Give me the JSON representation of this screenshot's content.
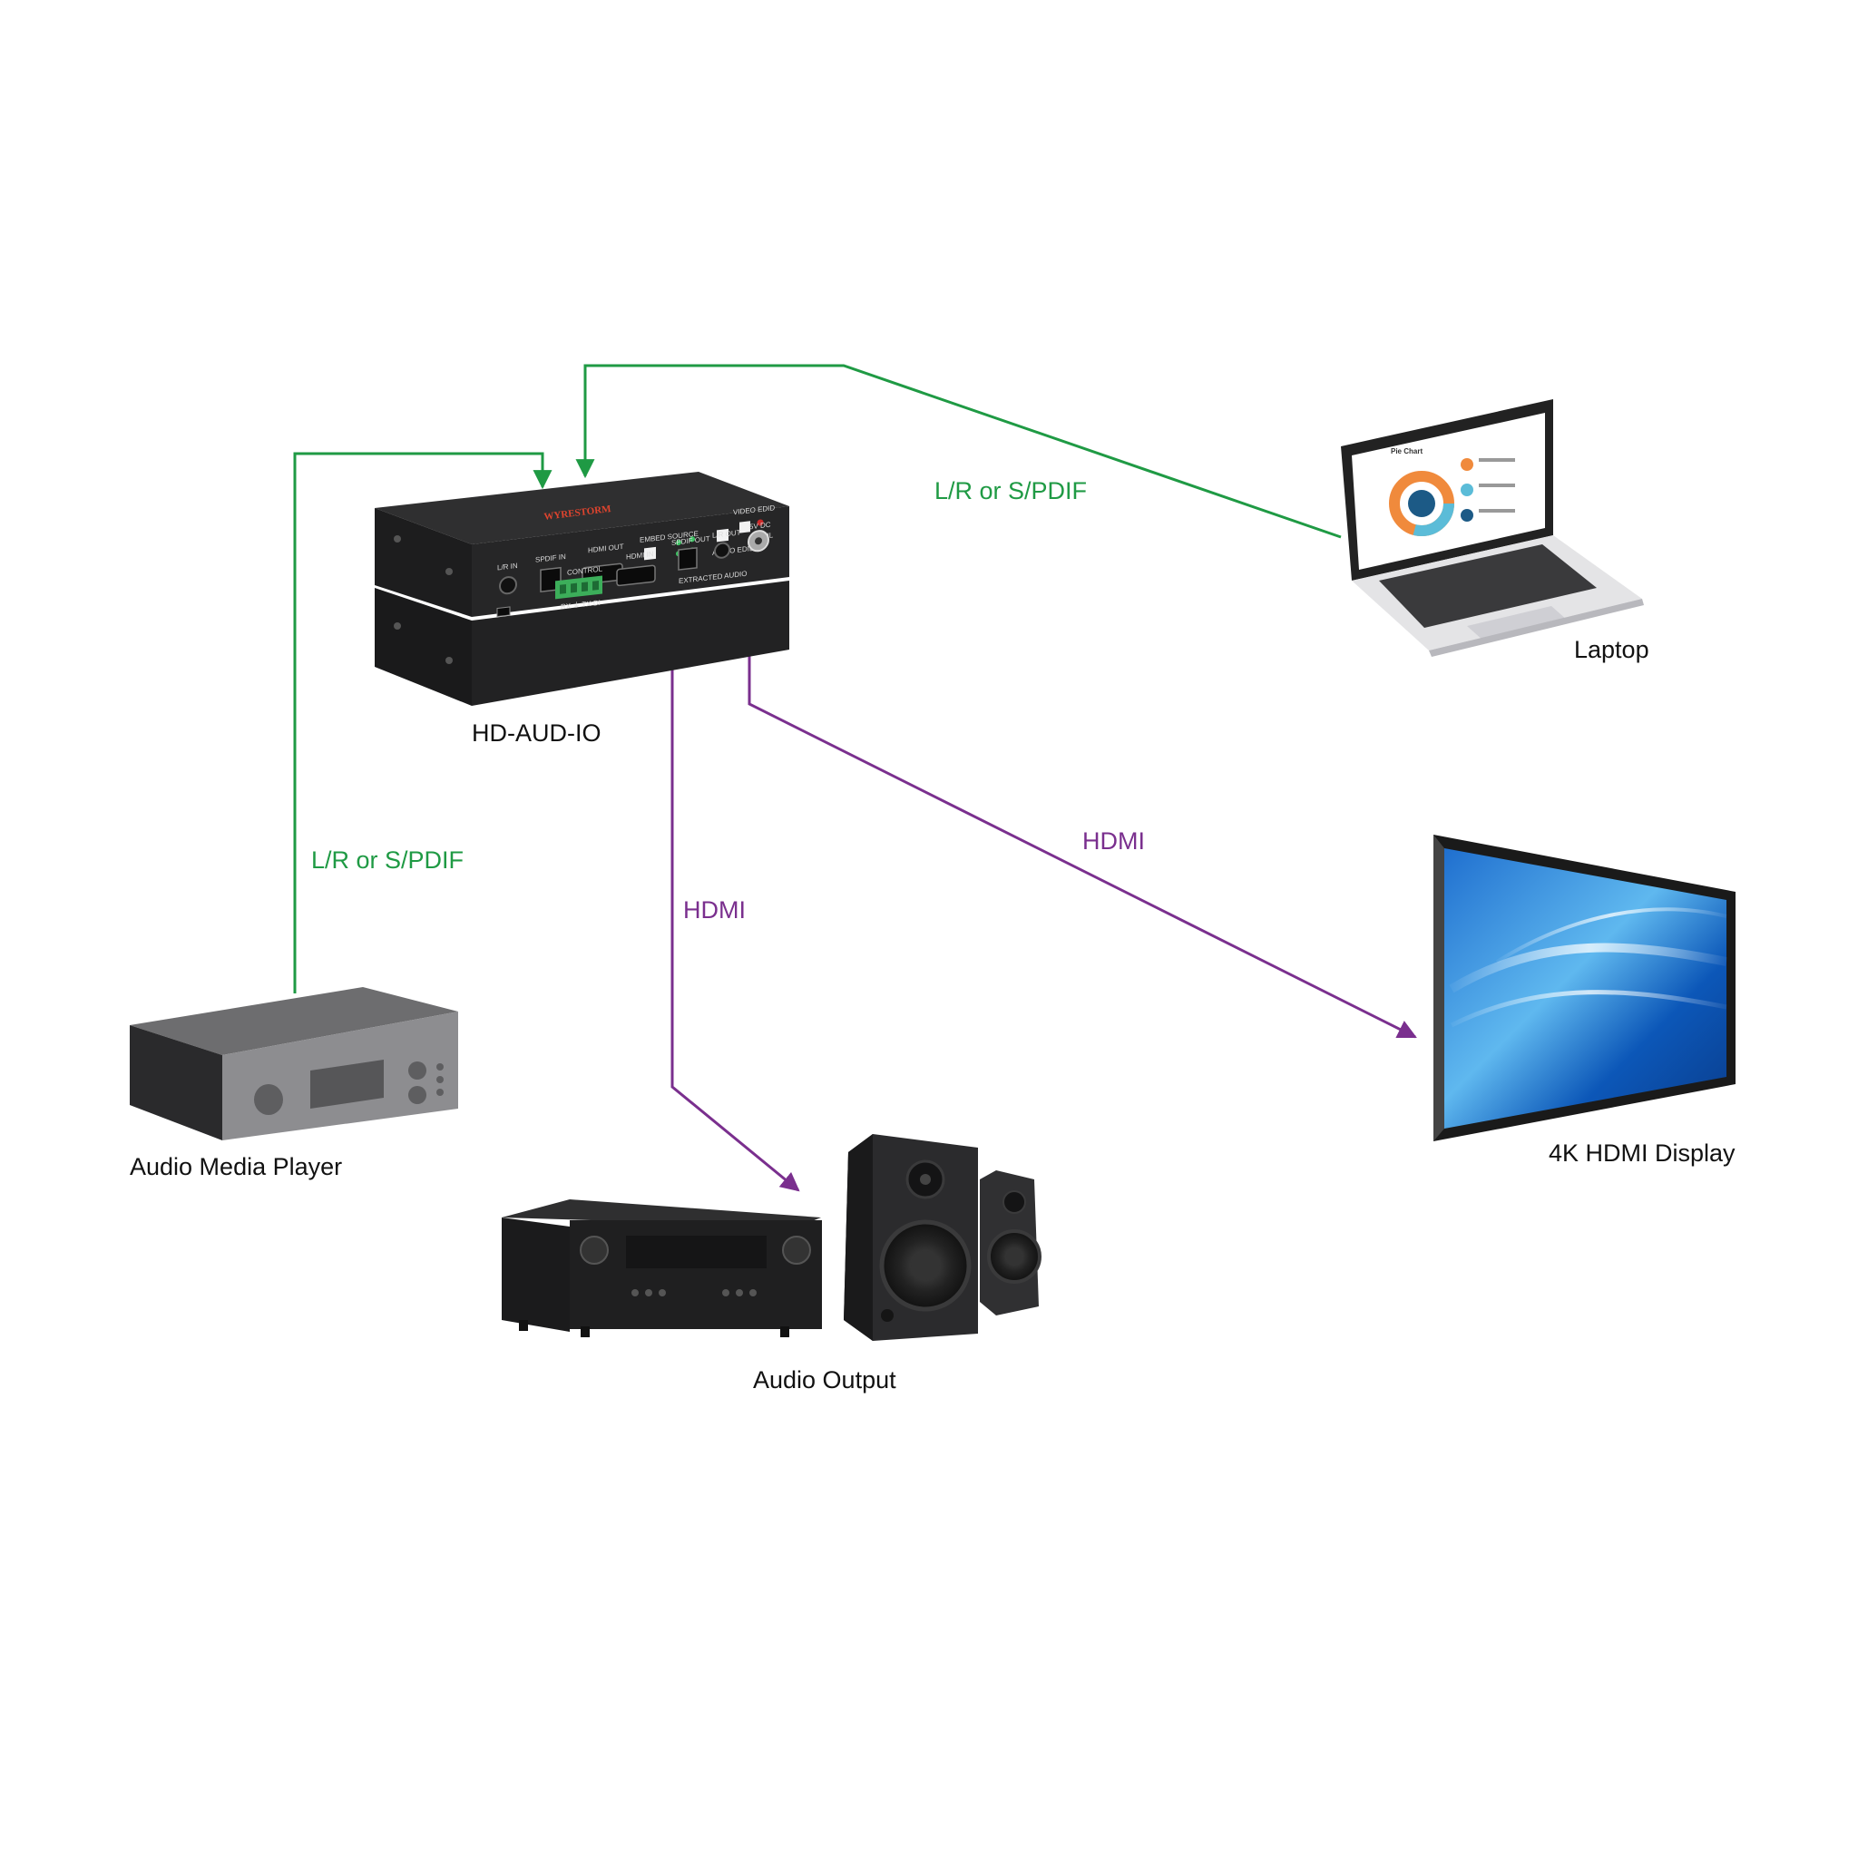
{
  "colors": {
    "audio_link": "#1f9a44",
    "hdmi_link": "#7a2f8e"
  },
  "devices": {
    "hub": {
      "label": "HD-AUD-IO",
      "brand": "WYRESTORM"
    },
    "laptop": {
      "label": "Laptop",
      "screen_title": "Pie Chart"
    },
    "display": {
      "label": "4K HDMI Display"
    },
    "player": {
      "label": "Audio Media Player"
    },
    "audio_output": {
      "label": "Audio Output"
    }
  },
  "hub_panel": {
    "front": [
      "L/R IN",
      "SPDIF IN",
      "HDMI OUT",
      "EMBED SOURCE",
      "AUDIO EDID",
      "VIDEO EDID",
      "EMUL"
    ],
    "rear": [
      "CONTROL",
      "RX ⏚ TX DI",
      "HDMI IN",
      "SPDIF OUT",
      "L/R OUT",
      "5V DC",
      "EXTRACTED AUDIO"
    ]
  },
  "connections": [
    {
      "from": "laptop",
      "to": "hub",
      "label": "L/R or S/PDIF",
      "type": "audio"
    },
    {
      "from": "player",
      "to": "hub",
      "label": "L/R or S/PDIF",
      "type": "audio"
    },
    {
      "from": "hub",
      "to": "audio_output",
      "label": "HDMI",
      "type": "hdmi"
    },
    {
      "from": "hub",
      "to": "display",
      "label": "HDMI",
      "type": "hdmi"
    }
  ]
}
